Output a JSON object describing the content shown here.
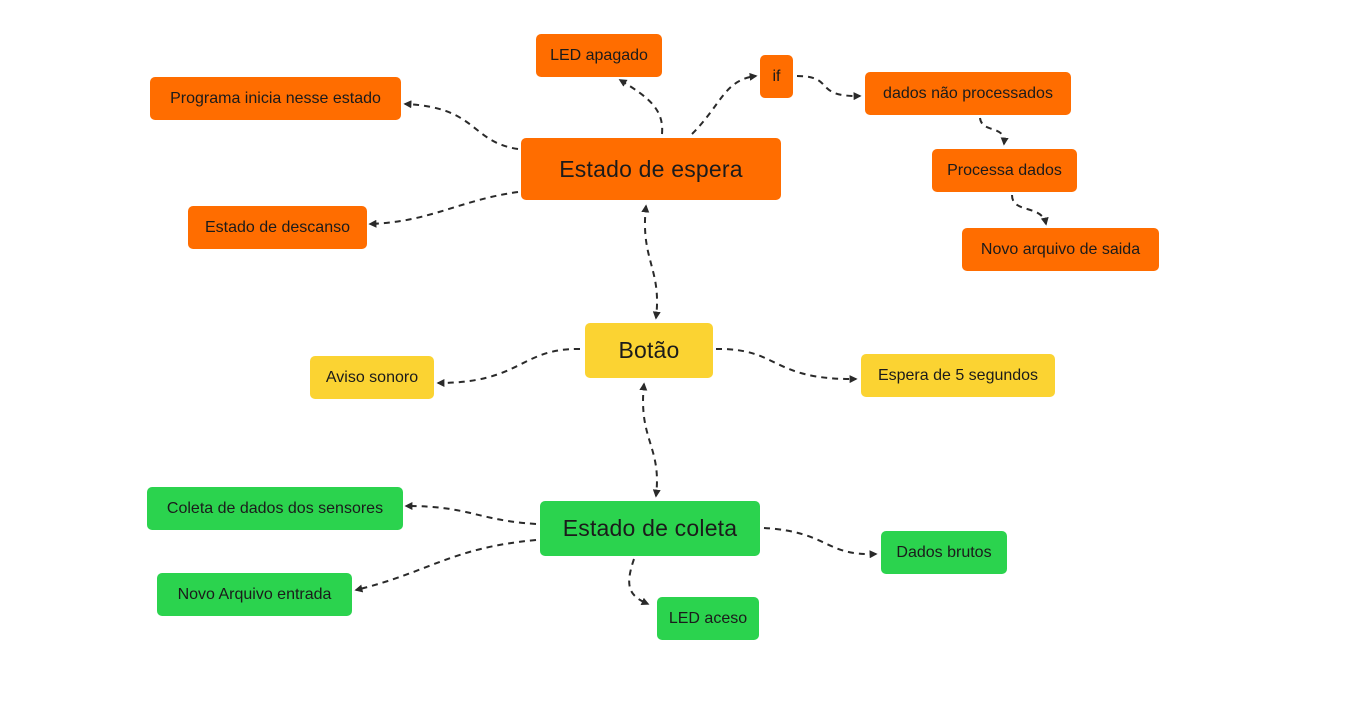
{
  "colors": {
    "espera": "#ff6d00",
    "botao": "#fbd332",
    "coleta": "#2bd34e",
    "connector": "#2a2a2a"
  },
  "nodes": {
    "estado_espera": "Estado de espera",
    "led_apagado": "LED apagado",
    "programa_inicia": "Programa inicia nesse estado",
    "estado_descanso": "Estado de descanso",
    "if": "if",
    "dados_nao_processados": "dados não processados",
    "processa_dados": "Processa dados",
    "novo_arquivo_saida": "Novo arquivo de saida",
    "botao": "Botão",
    "aviso_sonoro": "Aviso sonoro",
    "espera_5s": "Espera de 5 segundos",
    "estado_coleta": "Estado de coleta",
    "coleta_sensores": "Coleta de dados dos sensores",
    "novo_arquivo_entrada": "Novo Arquivo entrada",
    "dados_brutos": "Dados brutos",
    "led_aceso": "LED aceso"
  }
}
